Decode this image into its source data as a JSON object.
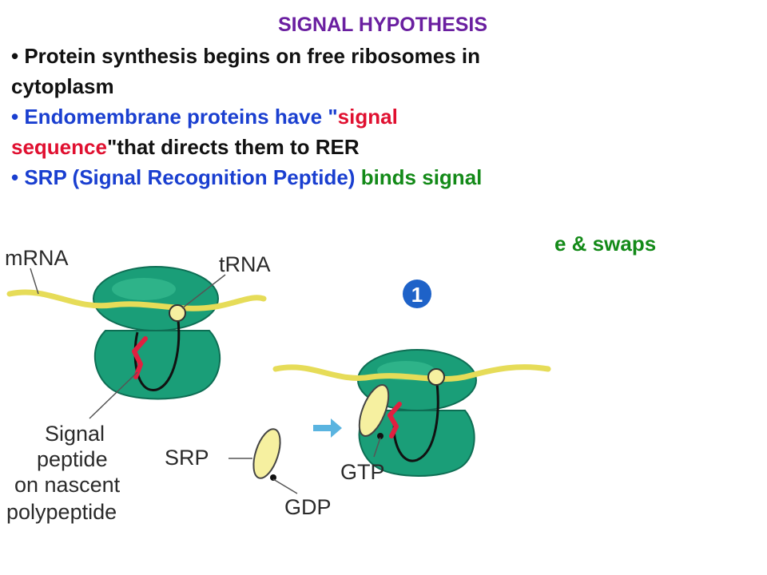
{
  "title": "SIGNAL HYPOTHESIS",
  "bullet_char": "•",
  "bullets": [
    {
      "line1": "Protein synthesis begins on free ribosomes in",
      "line2": "cytoplasm"
    },
    {
      "blue": "Endomembrane proteins have \"",
      "red1": "signal",
      "red2": "sequence",
      "black": "\"that directs them to RER"
    },
    {
      "blue": "SRP (Signal Recognition Peptide) ",
      "green": "binds signal"
    }
  ],
  "clipped_line_fragment": "e & swaps",
  "diagram": {
    "labels": {
      "mrna": "mRNA",
      "trna": "tRNA",
      "step": "1",
      "signal_peptide": [
        "Signal",
        "peptide",
        "on nascent",
        "polypeptide"
      ],
      "srp": "SRP",
      "gdp": "GDP",
      "gtp": "GTP"
    },
    "colors": {
      "ribosome": "#1a9e78",
      "ribosome_dark": "#0e6e54",
      "mrna": "#e6dc58",
      "signal": "#e02040",
      "srp": "#f6f0a0",
      "arrow": "#5ab4e0",
      "step_badge": "#1e62c8"
    }
  }
}
